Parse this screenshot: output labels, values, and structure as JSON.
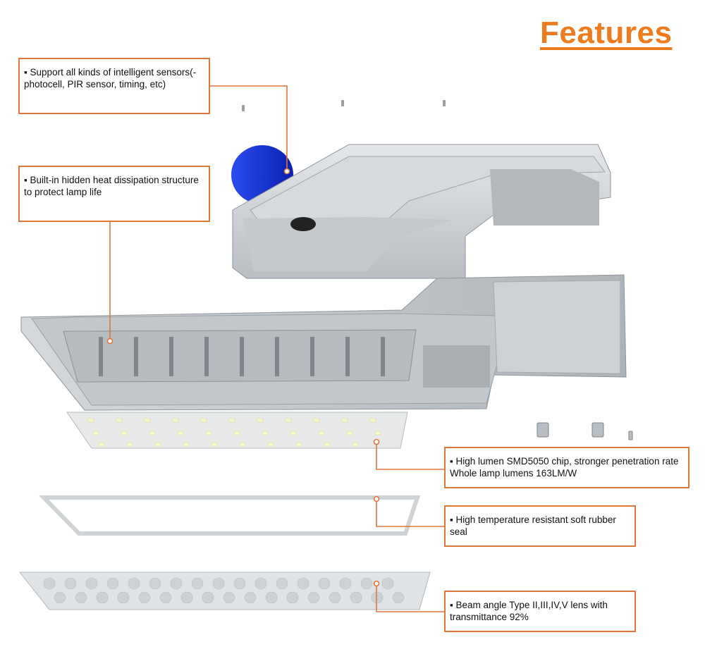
{
  "title": "Features",
  "callouts": [
    {
      "id": "sensors",
      "text": "▪ Support all kinds of intelligent sensors(-photocell, PIR sensor, timing, etc)"
    },
    {
      "id": "heat",
      "text": "▪ Built-in hidden heat dissipation structure to protect lamp life"
    },
    {
      "id": "chip",
      "text": "▪ High lumen SMD5050 chip, stronger penetration rate Whole lamp lumens 163LM/W"
    },
    {
      "id": "seal",
      "text": "▪ High temperature resistant soft rubber seal"
    },
    {
      "id": "lens",
      "text": "▪ Beam angle Type II,III,IV,V   lens with transmittance 92%"
    }
  ],
  "colors": {
    "accent": "#ee7b1e",
    "leader": "#e0773a",
    "sensor": "#1a3ee6",
    "housing": "#c9cdd1"
  }
}
